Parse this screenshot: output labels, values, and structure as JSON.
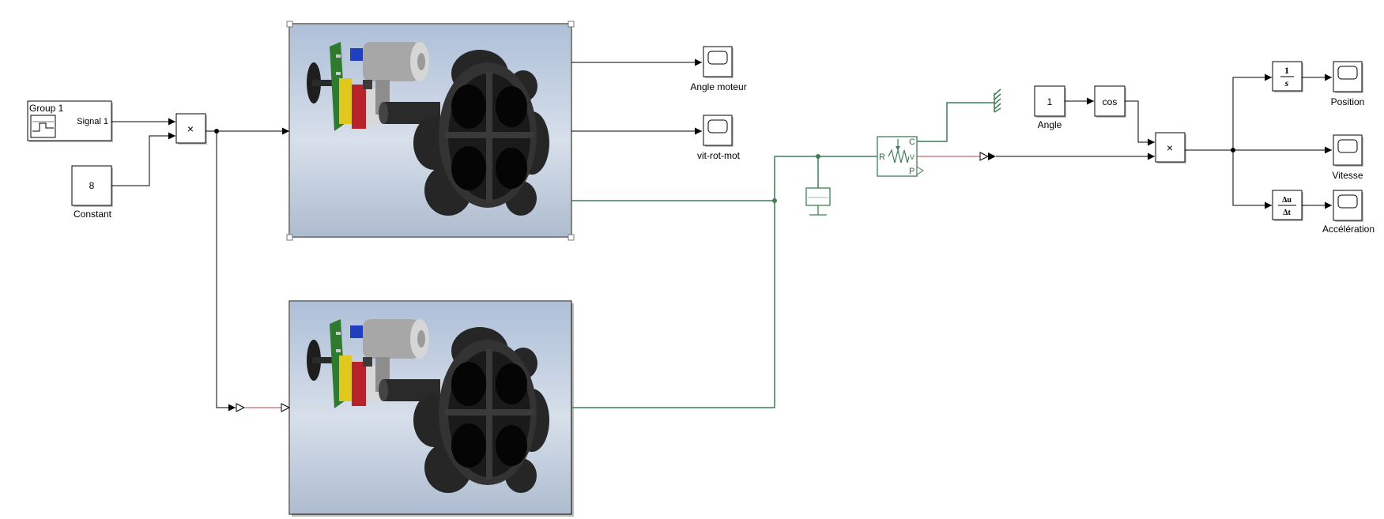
{
  "blocks": {
    "signal_builder": {
      "title": "Group 1",
      "port": "Signal 1"
    },
    "constant": {
      "value": "8",
      "label": "Constant"
    },
    "product_1": {
      "symbol": "×"
    },
    "product_2": {
      "symbol": "×"
    },
    "scope_angle_moteur": {
      "label": "Angle moteur"
    },
    "scope_vit_rot_mot": {
      "label": "vit-rot-mot"
    },
    "angle_const": {
      "value": "1",
      "label": "Angle"
    },
    "cos": {
      "text": "cos"
    },
    "integrator": {
      "num": "1",
      "den": "s"
    },
    "derivative": {
      "num": "Δu",
      "den": "Δt"
    },
    "scope_position": {
      "label": "Position"
    },
    "scope_vitesse": {
      "label": "Vitesse"
    },
    "scope_acceleration": {
      "label": "Accélération"
    },
    "motion_sensor": {
      "port_r": "R",
      "port_c": "C",
      "port_v": "V",
      "port_p": "P"
    }
  },
  "colors": {
    "physical_wire": "#3f7f55",
    "ps_signal_wire": "#b24545",
    "motor_image_bg": "#c7d3e3"
  },
  "icons": [
    "motor-gearbox-wheel-image",
    "scope-icon",
    "mechanical-reference-icon",
    "inertia-icon",
    "spring-sensor-icon"
  ]
}
